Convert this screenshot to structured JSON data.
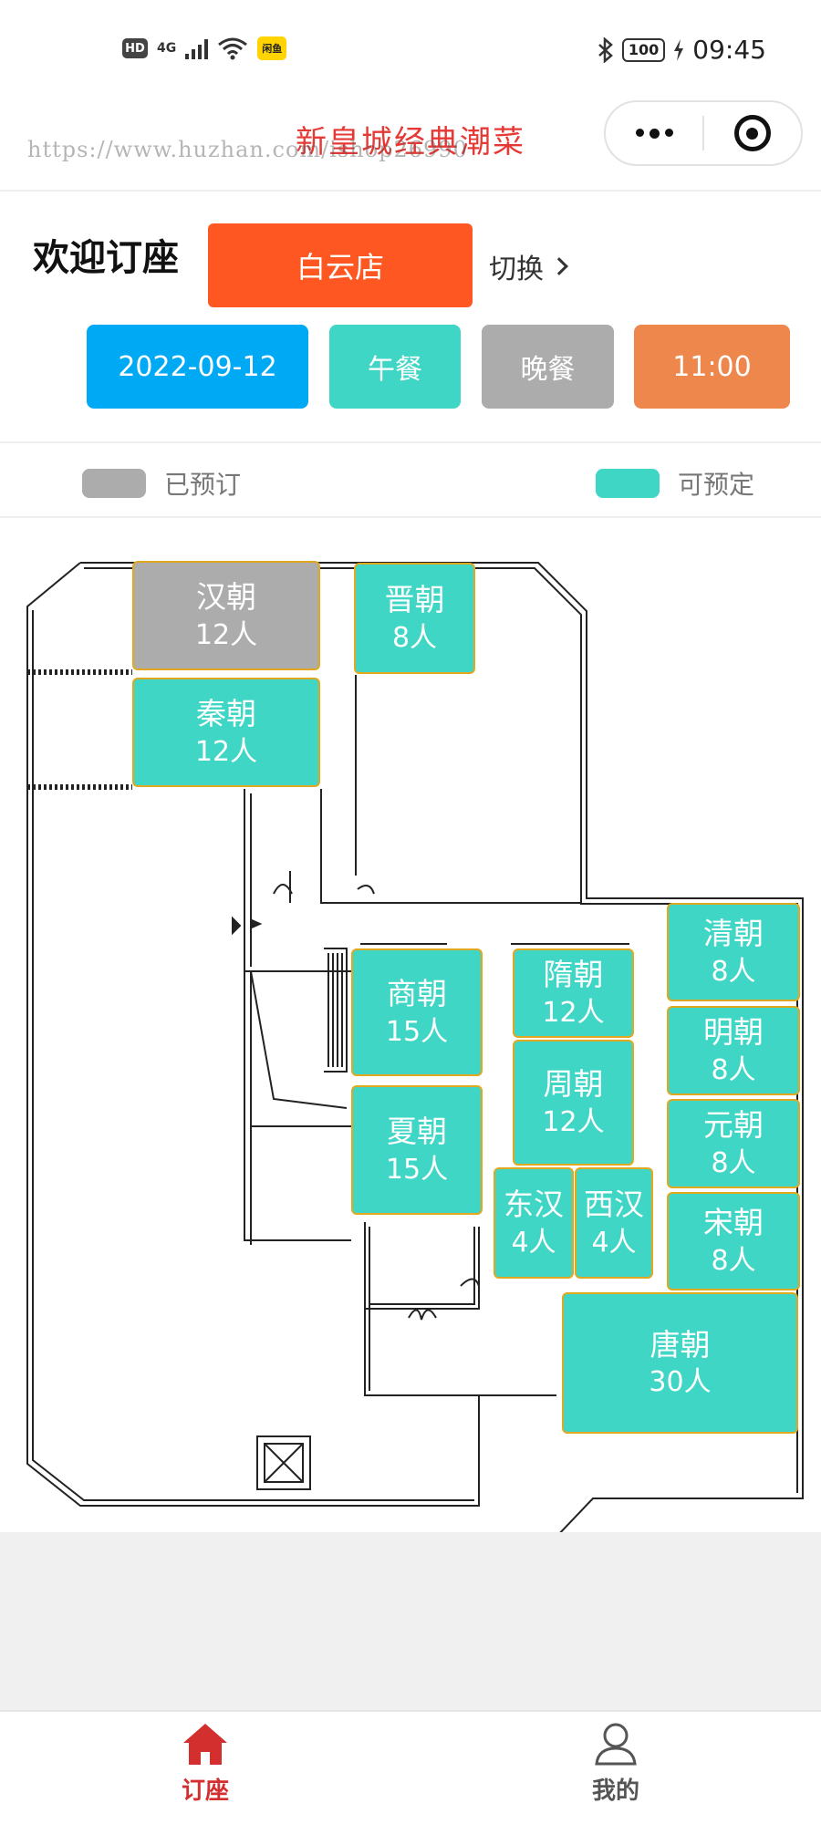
{
  "status_bar": {
    "hd": "HD",
    "network": "4G",
    "app_badge": "闲鱼",
    "battery": "100",
    "time": "09:45"
  },
  "nav": {
    "title": "新皇城经典潮菜",
    "watermark": "https://www.huzhan.com/ishop26990"
  },
  "header": {
    "welcome": "欢迎订座",
    "store": "白云店",
    "switch_label": "切换"
  },
  "filters": {
    "date": "2022-09-12",
    "lunch": "午餐",
    "dinner": "晚餐",
    "time": "11:00"
  },
  "legend": {
    "booked_label": "已预订",
    "booked_color": "#acacac",
    "available_label": "可预定",
    "available_color": "#3fd6c5"
  },
  "rooms": [
    {
      "name": "汉朝",
      "capacity": "12人",
      "status": "booked"
    },
    {
      "name": "晋朝",
      "capacity": "8人",
      "status": "available"
    },
    {
      "name": "秦朝",
      "capacity": "12人",
      "status": "available"
    },
    {
      "name": "清朝",
      "capacity": "8人",
      "status": "available"
    },
    {
      "name": "商朝",
      "capacity": "15人",
      "status": "available"
    },
    {
      "name": "隋朝",
      "capacity": "12人",
      "status": "available"
    },
    {
      "name": "明朝",
      "capacity": "8人",
      "status": "available"
    },
    {
      "name": "周朝",
      "capacity": "12人",
      "status": "available"
    },
    {
      "name": "夏朝",
      "capacity": "15人",
      "status": "available"
    },
    {
      "name": "元朝",
      "capacity": "8人",
      "status": "available"
    },
    {
      "name": "东汉",
      "capacity": "4人",
      "status": "available"
    },
    {
      "name": "西汉",
      "capacity": "4人",
      "status": "available"
    },
    {
      "name": "宋朝",
      "capacity": "8人",
      "status": "available"
    },
    {
      "name": "唐朝",
      "capacity": "30人",
      "status": "available"
    }
  ],
  "tabs": {
    "order": "订座",
    "mine": "我的",
    "active_color": "#d32f2f"
  }
}
